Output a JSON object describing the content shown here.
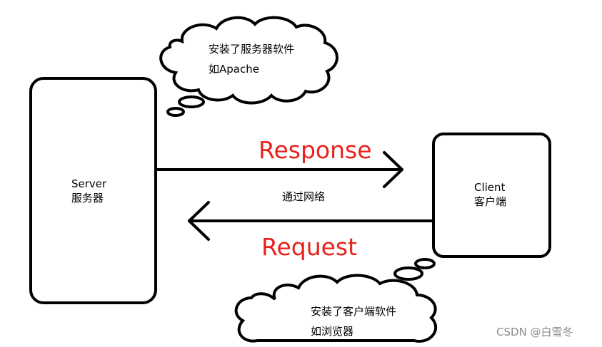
{
  "server": {
    "title": "Server",
    "subtitle": "服务器"
  },
  "client": {
    "title": "Client",
    "subtitle": "客户端"
  },
  "server_cloud": {
    "line1": "安装了服务器软件",
    "line2": "如Apache"
  },
  "client_cloud": {
    "line1": "安装了客户端软件",
    "line2": "如浏览器"
  },
  "response": {
    "label": "Response"
  },
  "request": {
    "label": "Request"
  },
  "network": {
    "label": "通过网络"
  },
  "watermark": {
    "text": "CSDN @白雪冬",
    "color": "#8a8a8a"
  },
  "colors": {
    "stroke": "#000000",
    "flow_text": "#e8211b",
    "background": "#ffffff"
  }
}
